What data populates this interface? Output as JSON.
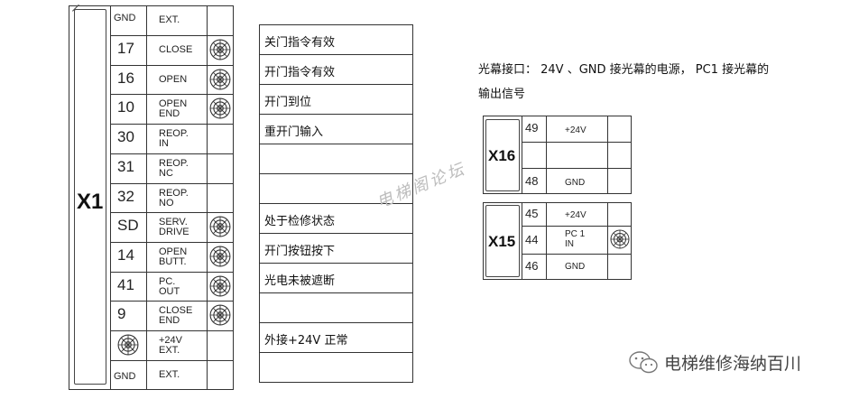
{
  "x1": {
    "label": "X1",
    "header": {
      "pin": "GND",
      "label": "EXT."
    },
    "rows": [
      {
        "pin": "17",
        "label": "CLOSE",
        "icon": true,
        "desc": "关门指令有效"
      },
      {
        "pin": "16",
        "label": "OPEN",
        "icon": true,
        "desc": "开门指令有效"
      },
      {
        "pin": "10",
        "label": "OPEN\nEND",
        "icon": true,
        "desc": "开门到位"
      },
      {
        "pin": "30",
        "label": "REOP.\nIN",
        "icon": false,
        "desc": "重开门输入"
      },
      {
        "pin": "31",
        "label": "REOP.\nNC",
        "icon": false,
        "desc": ""
      },
      {
        "pin": "32",
        "label": "REOP.\nNO",
        "icon": false,
        "desc": ""
      },
      {
        "pin": "SD",
        "label": "SERV.\nDRIVE",
        "icon": true,
        "desc": "处于检修状态"
      },
      {
        "pin": "14",
        "label": "OPEN\nBUTT.",
        "icon": true,
        "desc": "开门按钮按下"
      },
      {
        "pin": "41",
        "label": "PC.\nOUT",
        "icon": true,
        "desc": "光电未被遮断"
      },
      {
        "pin": "9",
        "label": "CLOSE\nEND",
        "icon": true,
        "desc": ""
      },
      {
        "pin": "",
        "label": "+24V\nEXT.",
        "icon": false,
        "desc": "外接+24V 正常"
      },
      {
        "pin": "GND",
        "label": "EXT.",
        "icon": false,
        "desc": ""
      }
    ]
  },
  "note": {
    "line1": "光幕接口： 24V 、GND 接光幕的电源， PC1 接光幕的",
    "line2": "输出信号"
  },
  "x16": {
    "label": "X16",
    "rows": [
      {
        "pin": "49",
        "label": "+24V"
      },
      {
        "pin": "",
        "label": ""
      },
      {
        "pin": "48",
        "label": "GND"
      }
    ]
  },
  "x15": {
    "label": "X15",
    "rows": [
      {
        "pin": "45",
        "label": "+24V"
      },
      {
        "pin": "44",
        "label": "PC 1\nIN"
      },
      {
        "pin": "46",
        "label": "GND"
      }
    ]
  },
  "watermark": "电梯阁论坛",
  "brand": {
    "text": "电梯维修海纳百川",
    "icon": "wechat-icon"
  }
}
